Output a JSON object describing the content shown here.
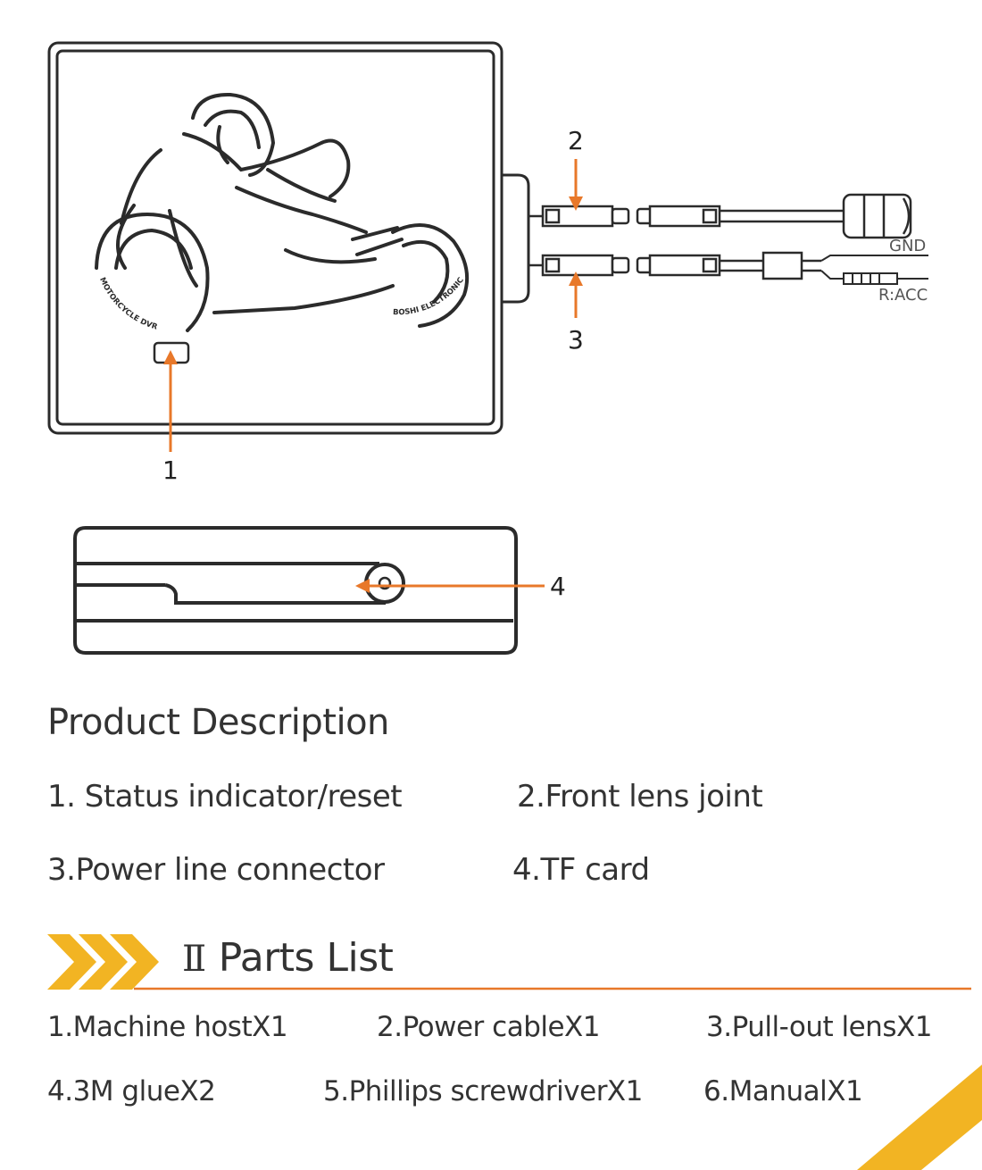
{
  "diagram": {
    "callouts": [
      "1",
      "2",
      "3",
      "4"
    ],
    "wire_labels": {
      "gnd": "GND",
      "acc": "R:ACC"
    },
    "logo_text": {
      "left_arc": "MOTORCYCLE DVR",
      "right_arc": "BOSHI ELECTRONIC"
    }
  },
  "product_description": {
    "heading": "Product Description",
    "items": [
      "1. Status indicator/reset",
      "2.Front lens joint",
      "3.Power line connector",
      "4.TF card"
    ]
  },
  "parts_list": {
    "roman": "Ⅱ",
    "title": "Parts List",
    "items": [
      "1.Machine hostX1",
      "2.Power cableX1",
      "3.Pull-out lensX1",
      "4.3M glueX2",
      "5.Phillips screwdriverX1",
      "6.ManualX1"
    ]
  },
  "colors": {
    "accent_orange": "#e8782a",
    "chevron_yellow": "#f2b423",
    "line_dark": "#2b2b2b",
    "text": "#333333"
  }
}
